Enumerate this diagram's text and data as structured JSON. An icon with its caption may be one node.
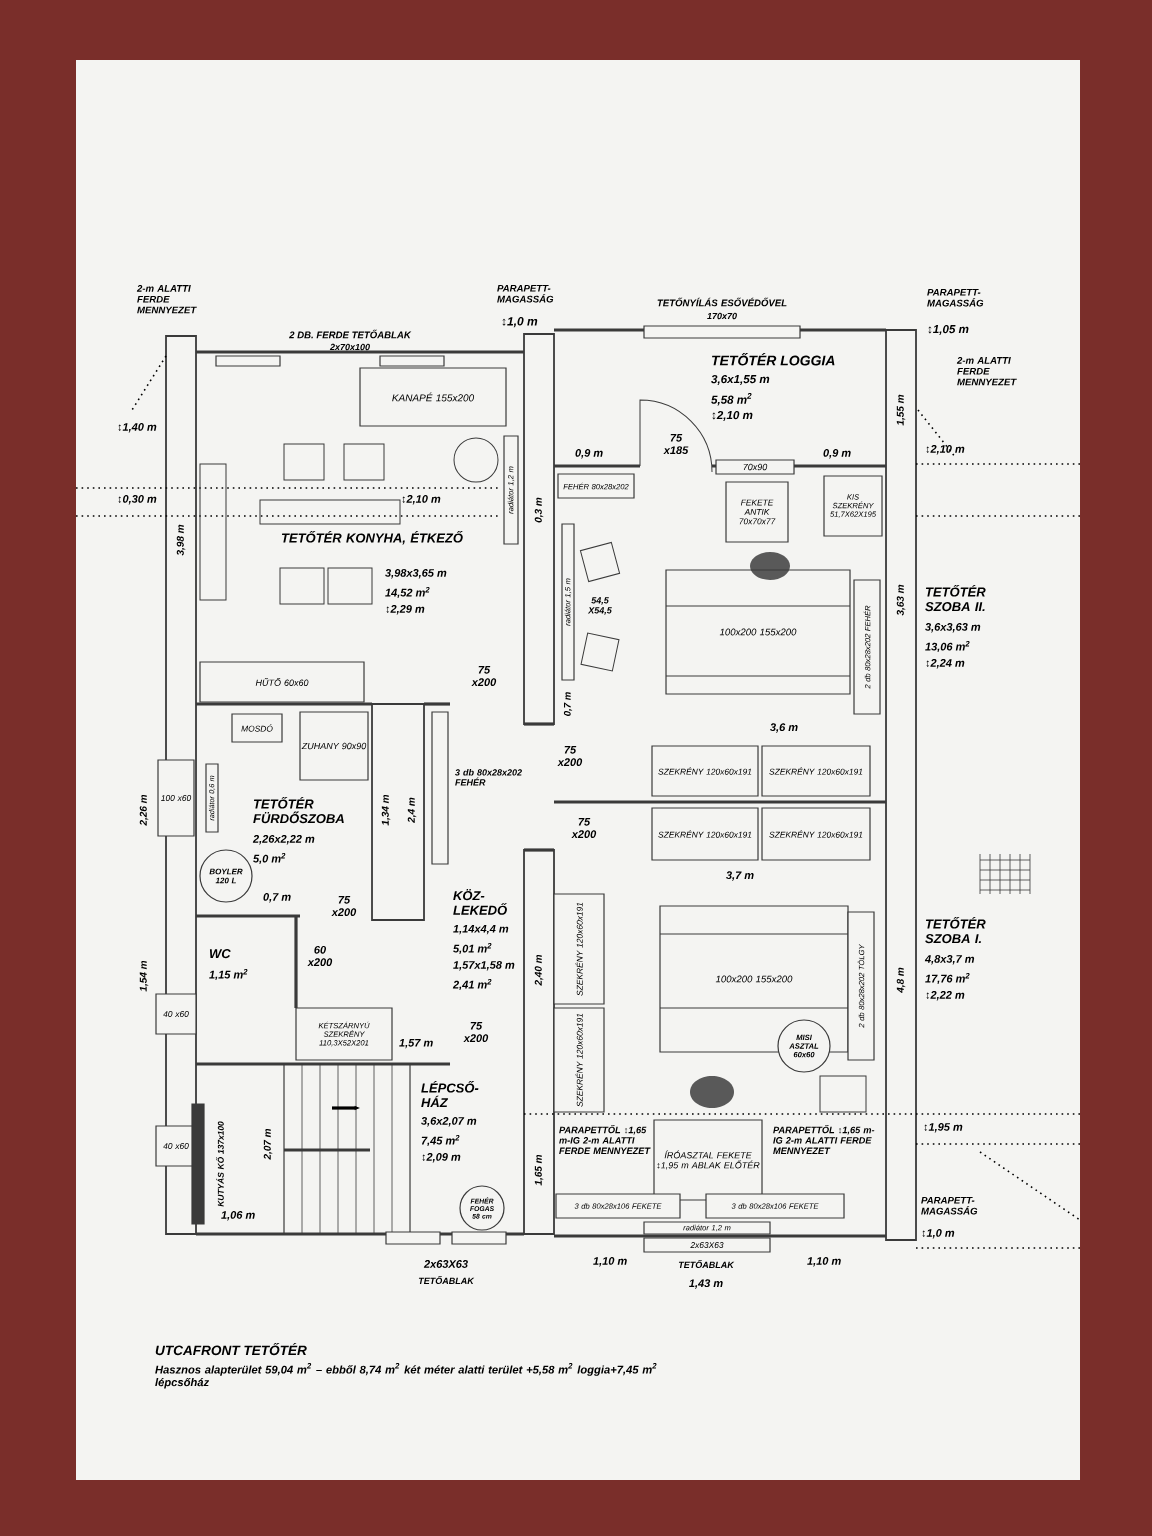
{
  "diagram": {
    "title": "UTCAFRONT TETŐTÉR",
    "caption": "Hasznos alapterület 59,04 m$^{2}$ – ebből 8,74 m$^{2}$ két méter alatti terület +5,58 m$^{2}$ loggia+7,45 m$^{2}$ lépcsőház",
    "nodes": [
      {
        "text": [],
        "shape": "box"
      },
      {
        "text": [],
        "shape": "box"
      },
      {
        "text": [
          "KANAPÉ 155x200"
        ]
      },
      {
        "text": [],
        "shape": "box",
        "beside": [
          "TETŐNYÍLÁS ESŐVÉDŐVEL",
          "170x70"
        ]
      },
      {
        "text": [
          "radiátor 1,2 m"
        ]
      },
      {
        "text": [
          "70x90"
        ]
      },
      {
        "text": [
          "FEHÉR 80x28x202"
        ]
      },
      {
        "text": [
          "FEKETE ANTIK 70x70x77"
        ]
      },
      {
        "text": [
          "KIS SZEKRÉNY 51,7X62X195"
        ]
      },
      {
        "text": [
          "radiátor 1,5 m"
        ]
      },
      {
        "text": [
          "HŰTŐ 60x60"
        ]
      },
      {
        "text": [
          "100x200 155x200"
        ]
      },
      {
        "text": [
          "2 db 80x28x202 FEHÉR"
        ]
      },
      {
        "text": [
          "MOSDÓ"
        ]
      },
      {
        "text": [
          "ZUHANY 90x90"
        ]
      },
      {
        "text": [],
        "shape": "box",
        "beside": [
          "3 db 80x28x202 FEHÉR"
        ]
      },
      {
        "text": [
          "SZEKRÉNY 120x60x191"
        ]
      },
      {
        "text": [
          "SZEKRÉNY 120x60x191"
        ]
      },
      {
        "text": [
          "100 x60"
        ]
      },
      {
        "text": [
          "radiátor 0,6 m"
        ]
      },
      {
        "text": [
          "SZEKRÉNY 120x60x191"
        ]
      },
      {
        "text": [
          "SZEKRÉNY 120x60x191"
        ]
      },
      {
        "text": [
          "BOYLER 120 L"
        ]
      },
      {
        "text": [
          "SZEKRÉNY 120x60x191"
        ]
      },
      {
        "text": [
          "SZEKRÉNY 120x60x191"
        ]
      },
      {
        "text": [
          "100x200 155x200"
        ]
      },
      {
        "text": [
          "2 db 80x28x202 TÖLGY"
        ]
      },
      {
        "text": [
          "40 x60"
        ]
      },
      {
        "text": [
          "KÉTSZÁRNYÚ SZEKRÉNY 110,3X52X201"
        ]
      },
      {
        "text": [
          "MISI ASZTAL 60x60"
        ]
      },
      {
        "text": [
          "ÍRÓASZTAL FEKETE",
          "↕1,95 m ABLAK ELŐTÉR"
        ]
      },
      {
        "text": [
          "40 x60"
        ]
      },
      {
        "text": [],
        "shape": "box",
        "beside": [
          "KUTYÁS KŐ 137x100"
        ]
      },
      {
        "text": [
          "FEHÉR FOGAS 58 cm"
        ]
      },
      {
        "text": [
          "3 db 80x28x106 FEKETE"
        ]
      },
      {
        "text": [
          "3 db 80x28x106 FEKETE"
        ]
      },
      {
        "text": [
          "radiátor 1,2 m"
        ]
      },
      {
        "text": [
          "2x63X63"
        ],
        "beside": [
          "TETŐABLAK"
        ]
      },
      {
        "text": [],
        "shape": "box"
      },
      {
        "text": [],
        "shape": "box"
      }
    ],
    "labels": [
      "2-m ALATTI FERDE MENNYEZET",
      "2 DB. FERDE TETŐABLAK",
      "2x70x100",
      "PARAPETT-MAGASSÁG",
      "↕1,0 m",
      "TETŐTÉR LOGGIA",
      "3,6x1,55 m",
      "5,58 m$^{2}$",
      "↕2,10 m",
      "PARAPETT-MAGASSÁG",
      "↕1,05 m",
      "2-m ALATTI FERDE MENNYEZET",
      "↕1,40 m",
      "↕0,30 m",
      "↕2,10 m",
      "↕2,10 m",
      "3,98 m",
      "0,3 m",
      "TETŐTÉR KONYHA, ÉTKEZŐ",
      "3,98x3,65 m",
      "14,52 m$^{2}$",
      "↕2,29 m",
      "0,9 m",
      "75 x185",
      "0,9 m",
      "1,55 m",
      "3,63 m",
      "TETŐTÉR SZOBA II.",
      "3,6x3,63 m",
      "13,06 m$^{2}$",
      "↕2,24 m",
      "54,5 X54,5",
      "0,7 m",
      "75 x200",
      "75 x200",
      "3,6 m",
      "75 x200",
      "3,7 m",
      "2,26 m",
      "2,4 m",
      "1,34 m",
      "TETŐTÉR FÜRDŐSZOBA",
      "2,26x2,22 m",
      "5,0 m$^{2}$",
      "0,7 m",
      "75 x200",
      "KÖZ-LEKEDŐ",
      "1,14x4,4 m",
      "5,01 m$^{2}$",
      "1,57x1,58 m",
      "2,41 m$^{2}$",
      "60 x200",
      "WC",
      "1,15 m$^{2}$",
      "1,54 m",
      "1,57 m",
      "75 x200",
      "LÉPCSŐ-HÁZ",
      "3,6x2,07 m",
      "7,45 m$^{2}$",
      "↕2,09 m",
      "2,07 m",
      "2,40 m",
      "1,65 m",
      "4,8 m",
      "TETŐTÉR SZOBA I.",
      "4,8x3,7 m",
      "17,76 m$^{2}$",
      "↕2,22 m",
      "↕1,95 m",
      "PARAPETTŐL ↕1,65 m-IG 2-m ALATTI FERDE MENNYEZET",
      "PARAPETTŐL ↕1,65 m-IG 2-m ALATTI FERDE MENNYEZET",
      "PARAPETT-MAGASSÁG",
      "↕1,0 m",
      "1,06 m",
      "2x63X63",
      "TETŐABLAK",
      "1,10 m",
      "1,43 m",
      "1,10 m"
    ]
  }
}
